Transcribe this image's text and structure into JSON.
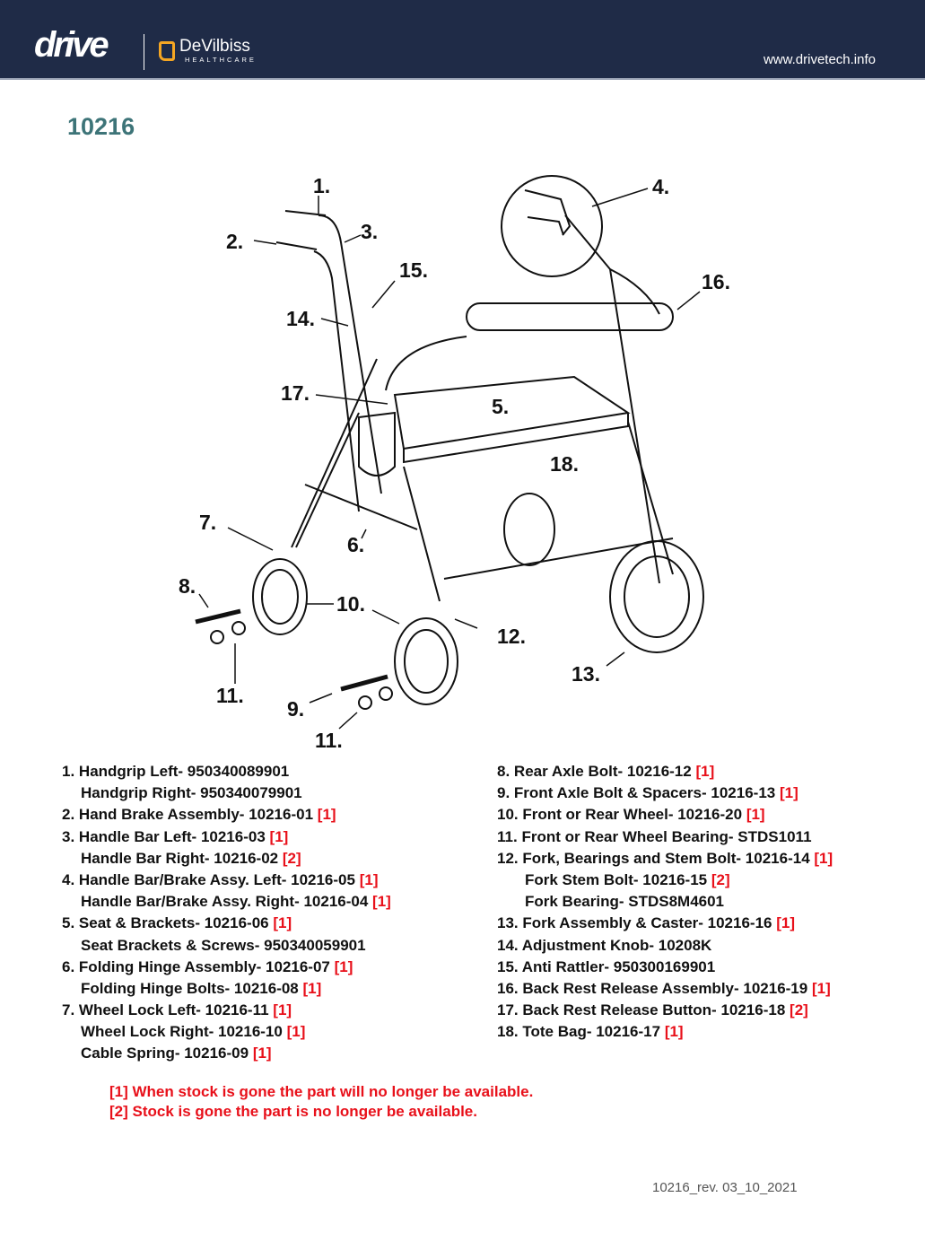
{
  "header": {
    "brand_logo": "drive",
    "partner_logo": "DeVilbiss",
    "partner_sub": "HEALTHCARE",
    "url": "www.drivetech.info"
  },
  "model_number": "10216",
  "diagram": {
    "callouts": [
      "1.",
      "2.",
      "3.",
      "4.",
      "5.",
      "6.",
      "7.",
      "8.",
      "9.",
      "10.",
      "11.",
      "11.",
      "12.",
      "13.",
      "14.",
      "15.",
      "16.",
      "17.",
      "18."
    ]
  },
  "parts_left": [
    {
      "num": "1.",
      "name": "Handgrip Left- 950340089901",
      "note": ""
    },
    {
      "num": "",
      "name": "Handgrip Right- 950340079901",
      "note": ""
    },
    {
      "num": "2.",
      "name": "Hand Brake Assembly- 10216-01",
      "note": "[1]"
    },
    {
      "num": "3.",
      "name": "Handle Bar Left- 10216-03",
      "note": "[1]"
    },
    {
      "num": "",
      "name": "Handle Bar Right- 10216-02",
      "note": "[2]"
    },
    {
      "num": "4.",
      "name": "Handle Bar/Brake Assy. Left- 10216-05",
      "note": "[1]"
    },
    {
      "num": "",
      "name": "Handle Bar/Brake Assy. Right- 10216-04",
      "note": "[1]"
    },
    {
      "num": "5.",
      "name": "Seat & Brackets- 10216-06",
      "note": "[1]"
    },
    {
      "num": "",
      "name": "Seat Brackets & Screws- 950340059901",
      "note": ""
    },
    {
      "num": "6.",
      "name": "Folding Hinge Assembly- 10216-07",
      "note": "[1]"
    },
    {
      "num": "",
      "name": "Folding Hinge Bolts- 10216-08",
      "note": "[1]"
    },
    {
      "num": "7.",
      "name": "Wheel Lock Left- 10216-11",
      "note": "[1]"
    },
    {
      "num": "",
      "name": "Wheel Lock Right- 10216-10",
      "note": "[1]"
    },
    {
      "num": "",
      "name": "Cable Spring- 10216-09",
      "note": "[1]"
    }
  ],
  "parts_right": [
    {
      "num": "8.",
      "name": "Rear Axle Bolt- 10216-12",
      "note": "[1]"
    },
    {
      "num": "9.",
      "name": "Front Axle Bolt & Spacers- 10216-13",
      "note": "[1]"
    },
    {
      "num": "10.",
      "name": "Front or Rear Wheel- 10216-20",
      "note": "[1]"
    },
    {
      "num": "11.",
      "name": "Front or Rear Wheel Bearing- STDS1011",
      "note": ""
    },
    {
      "num": "12.",
      "name": "Fork, Bearings and Stem Bolt- 10216-14",
      "note": "[1]"
    },
    {
      "num": "",
      "name": "Fork Stem Bolt- 10216-15",
      "note": "[2]"
    },
    {
      "num": "",
      "name": "Fork Bearing- STDS8M4601",
      "note": ""
    },
    {
      "num": "13.",
      "name": "Fork Assembly & Caster- 10216-16",
      "note": "[1]"
    },
    {
      "num": "14.",
      "name": "Adjustment Knob- 10208K",
      "note": ""
    },
    {
      "num": "15.",
      "name": "Anti Rattler- 950300169901",
      "note": ""
    },
    {
      "num": "16.",
      "name": "Back Rest Release Assembly- 10216-19",
      "note": "[1]"
    },
    {
      "num": "17.",
      "name": "Back Rest Release Button- 10216-18",
      "note": "[2]"
    },
    {
      "num": "18.",
      "name": "Tote Bag- 10216-17",
      "note": "[1]"
    }
  ],
  "notes": [
    "[1] When stock is gone the part will no longer be available.",
    "[2] Stock is gone the part is no longer be available."
  ],
  "revision": "10216_rev. 03_10_2021",
  "colors": {
    "header_bg": "#1f2b47",
    "model_color": "#3d7478",
    "note_red": "#e8101a",
    "logo_accent": "#f5a623"
  }
}
